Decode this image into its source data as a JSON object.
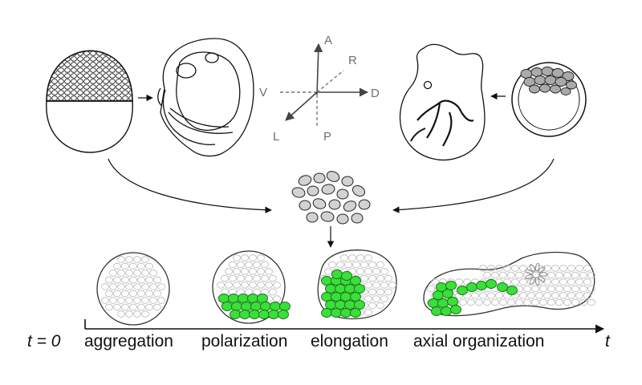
{
  "axes": {
    "anterior": "A",
    "posterior": "P",
    "ventral": "V",
    "dorsal": "D",
    "right": "R",
    "left": "L"
  },
  "timeline": {
    "start_label": "t = 0",
    "end_label": "t",
    "stages": [
      "aggregation",
      "polarization",
      "elongation",
      "axial organization"
    ]
  },
  "colors": {
    "ink": "#111111",
    "axis_grey": "#6e6e6e",
    "cell_fill": "#d2d2d2",
    "dark_cell_fill": "#aaaaaa",
    "highlight_green": "#38e038",
    "faint_cell": "#b9b9b9"
  }
}
